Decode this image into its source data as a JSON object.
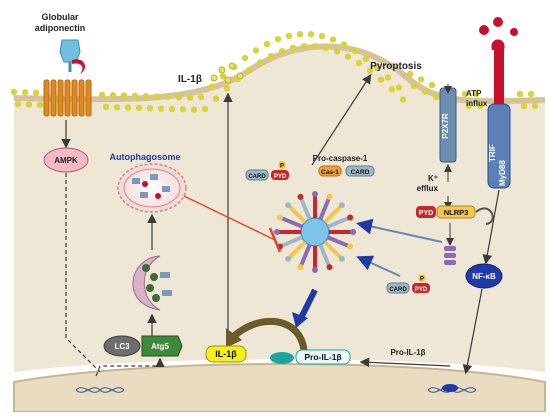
{
  "colors": {
    "membrane_fill": "#efe7d6",
    "membrane_edge": "#d6c39a",
    "lipid_head": "#d8d338",
    "lipid_tail": "#b9b030",
    "receptor": "#e08a1e",
    "red": "#c8102e",
    "blue": "#1f3aa8",
    "arrow": "#3a3a3a",
    "inhibit": "#d9482b",
    "pro_il1b": "#1aa6a0",
    "il1b": "#f3f01a",
    "nlrp3": "#c8282b",
    "card": "#9fb8c9",
    "cas1": "#f2a13a"
  },
  "labels": {
    "globular": "Globular",
    "adiponectin": "adiponectin",
    "ampk": "AMPK",
    "il1b_top": "IL-1β",
    "pyroptosis": "Pyroptosis",
    "atp": "ATP",
    "influx": "influx",
    "p2x7r": "P2X7R",
    "k_plus": "K⁺",
    "efflux": "efflux",
    "trif": "TRIF",
    "myd88": "MyD88",
    "autophagosome": "Autophagosome",
    "pro_caspase": "Pro-caspase-1",
    "card": "CARD",
    "pyd": "PYD",
    "cas1": "Cas-1",
    "p": "P",
    "nlrp3": "NLRP3",
    "nfkb": "NF-κB",
    "lc3": "LC3",
    "atg5": "Atg5",
    "il1b_bottom": "IL-1β",
    "pro_il1b": "Pro-IL-1β",
    "pro_il1b_right": "Pro-IL-1β"
  }
}
